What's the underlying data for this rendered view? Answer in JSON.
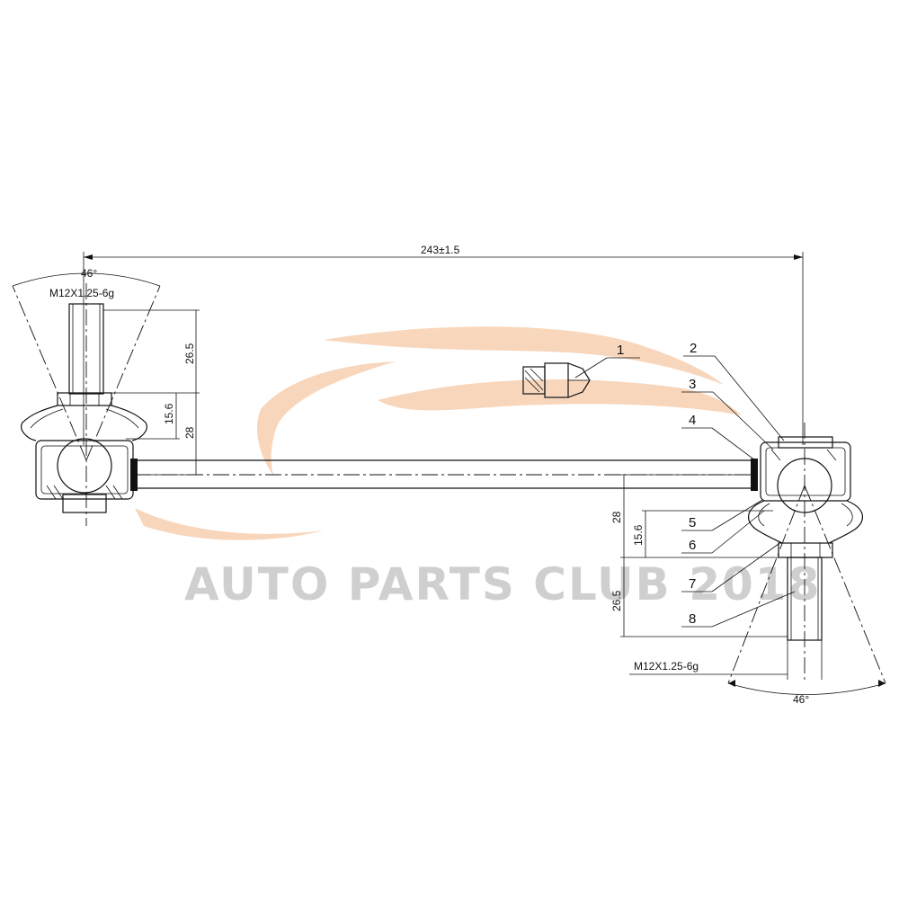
{
  "diagram": {
    "overall_length": "243±1.5",
    "left_end": {
      "angle": "46°",
      "thread": "M12X1.25-6g",
      "stud_length": "26.5",
      "height_to_shoulder": "15.6",
      "height_to_centerline": "28"
    },
    "right_end": {
      "angle": "46°",
      "thread": "M12X1.25-6g",
      "stud_length": "26.5",
      "height_to_shoulder": "15.6",
      "height_to_centerline": "28"
    },
    "callouts": [
      "1",
      "2",
      "3",
      "4",
      "5",
      "6",
      "7",
      "8"
    ]
  },
  "watermark": {
    "text": "AUTO PARTS CLUB 2018",
    "color": "#cfcfcf",
    "logo_color": "#f6c9a6"
  }
}
